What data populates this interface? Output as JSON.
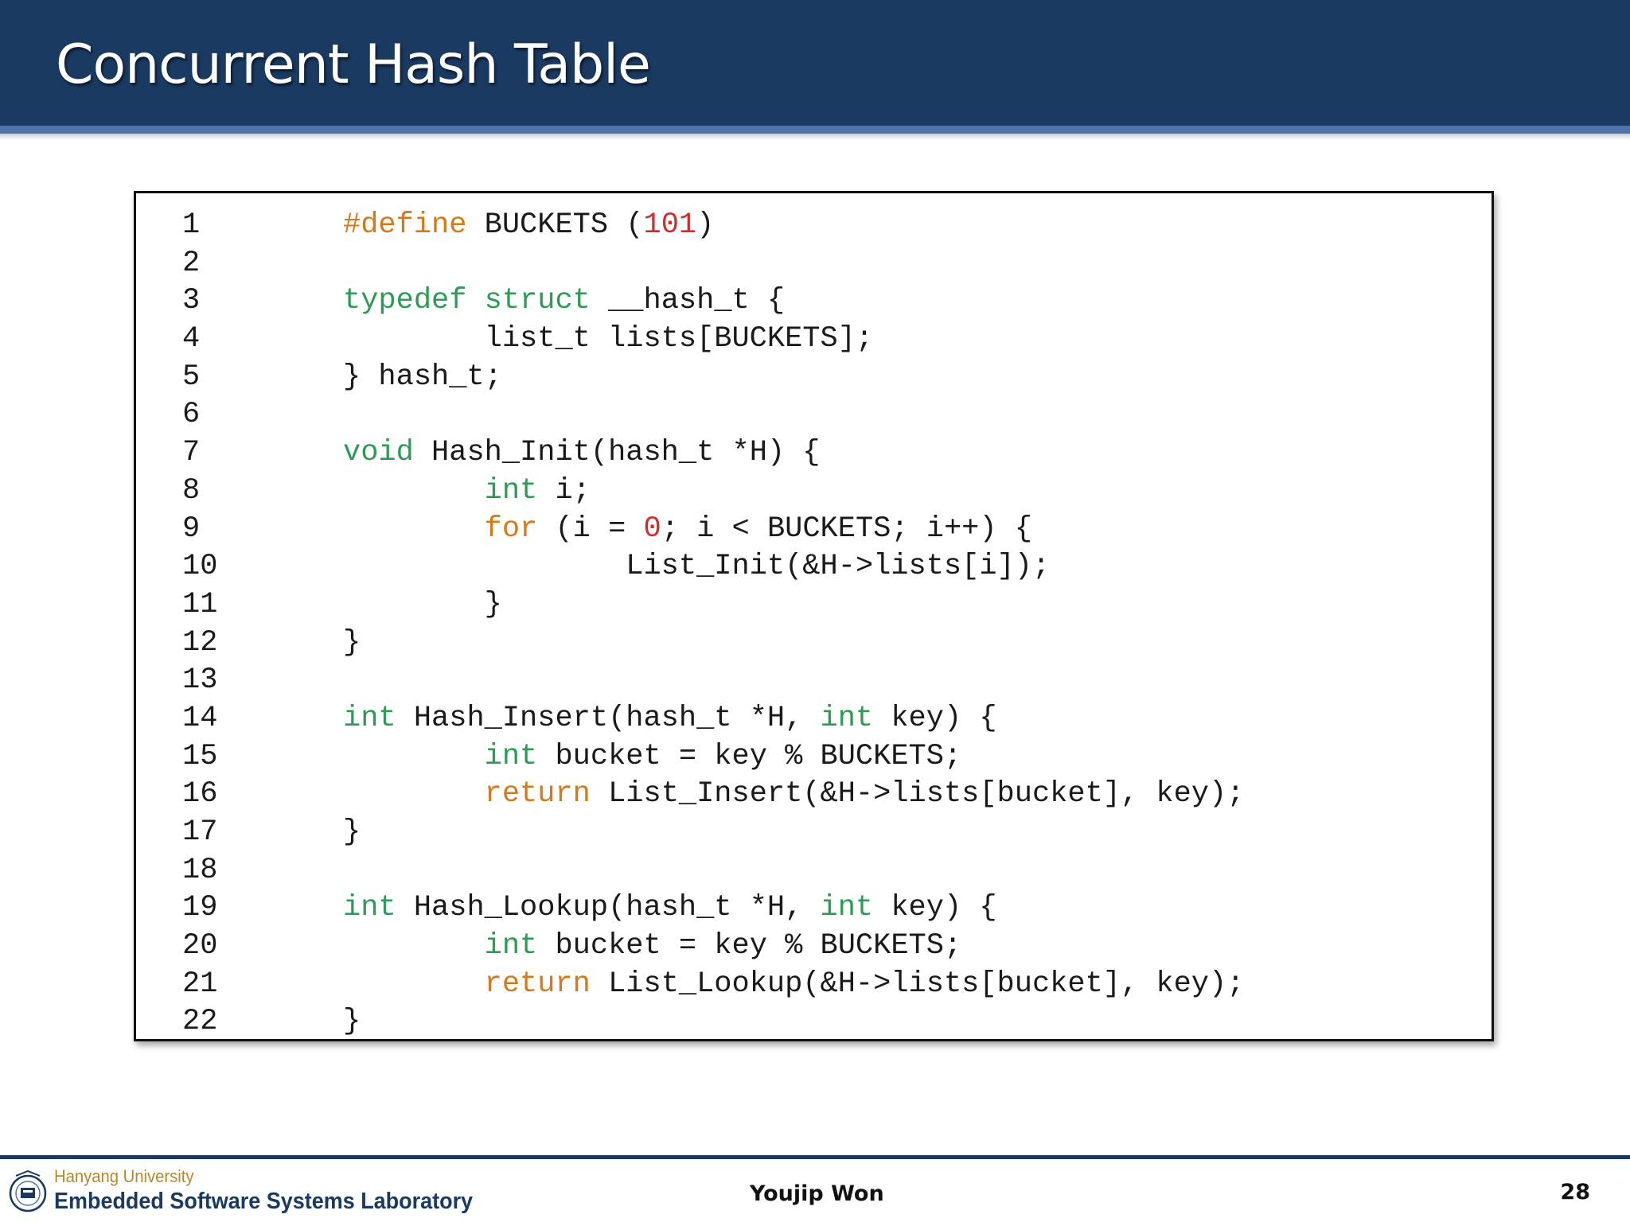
{
  "slide": {
    "title": "Concurrent Hash Table"
  },
  "code": {
    "lines": [
      {
        "num": "1",
        "tokens": [
          {
            "t": "#define",
            "c": "pp"
          },
          {
            "t": " BUCKETS (",
            "c": "plain"
          },
          {
            "t": "101",
            "c": "num"
          },
          {
            "t": ")",
            "c": "plain"
          }
        ]
      },
      {
        "num": "2",
        "tokens": []
      },
      {
        "num": "3",
        "tokens": [
          {
            "t": "typedef",
            "c": "ty"
          },
          {
            "t": " ",
            "c": "plain"
          },
          {
            "t": "struct",
            "c": "ty"
          },
          {
            "t": " __hash_t {",
            "c": "plain"
          }
        ]
      },
      {
        "num": "4",
        "tokens": [
          {
            "t": "        list_t lists[BUCKETS];",
            "c": "plain"
          }
        ]
      },
      {
        "num": "5",
        "tokens": [
          {
            "t": "} hash_t;",
            "c": "plain"
          }
        ]
      },
      {
        "num": "6",
        "tokens": []
      },
      {
        "num": "7",
        "tokens": [
          {
            "t": "void",
            "c": "ty"
          },
          {
            "t": " Hash_Init(hash_t *H) {",
            "c": "plain"
          }
        ]
      },
      {
        "num": "8",
        "tokens": [
          {
            "t": "        ",
            "c": "plain"
          },
          {
            "t": "int",
            "c": "ty"
          },
          {
            "t": " i;",
            "c": "plain"
          }
        ]
      },
      {
        "num": "9",
        "tokens": [
          {
            "t": "        ",
            "c": "plain"
          },
          {
            "t": "for",
            "c": "kw"
          },
          {
            "t": " (i = ",
            "c": "plain"
          },
          {
            "t": "0",
            "c": "num"
          },
          {
            "t": "; i < BUCKETS; i++) {",
            "c": "plain"
          }
        ]
      },
      {
        "num": "10",
        "tokens": [
          {
            "t": "                List_Init(&H->lists[i]);",
            "c": "plain"
          }
        ]
      },
      {
        "num": "11",
        "tokens": [
          {
            "t": "        }",
            "c": "plain"
          }
        ]
      },
      {
        "num": "12",
        "tokens": [
          {
            "t": "}",
            "c": "plain"
          }
        ]
      },
      {
        "num": "13",
        "tokens": []
      },
      {
        "num": "14",
        "tokens": [
          {
            "t": "int",
            "c": "ty"
          },
          {
            "t": " Hash_Insert(hash_t *H, ",
            "c": "plain"
          },
          {
            "t": "int",
            "c": "ty"
          },
          {
            "t": " key) {",
            "c": "plain"
          }
        ]
      },
      {
        "num": "15",
        "tokens": [
          {
            "t": "        ",
            "c": "plain"
          },
          {
            "t": "int",
            "c": "ty"
          },
          {
            "t": " bucket = key % BUCKETS;",
            "c": "plain"
          }
        ]
      },
      {
        "num": "16",
        "tokens": [
          {
            "t": "        ",
            "c": "plain"
          },
          {
            "t": "return",
            "c": "kw"
          },
          {
            "t": " List_Insert(&H->lists[bucket], key);",
            "c": "plain"
          }
        ]
      },
      {
        "num": "17",
        "tokens": [
          {
            "t": "}",
            "c": "plain"
          }
        ]
      },
      {
        "num": "18",
        "tokens": []
      },
      {
        "num": "19",
        "tokens": [
          {
            "t": "int",
            "c": "ty"
          },
          {
            "t": " Hash_Lookup(hash_t *H, ",
            "c": "plain"
          },
          {
            "t": "int",
            "c": "ty"
          },
          {
            "t": " key) {",
            "c": "plain"
          }
        ]
      },
      {
        "num": "20",
        "tokens": [
          {
            "t": "        ",
            "c": "plain"
          },
          {
            "t": "int",
            "c": "ty"
          },
          {
            "t": " bucket = key % BUCKETS;",
            "c": "plain"
          }
        ]
      },
      {
        "num": "21",
        "tokens": [
          {
            "t": "        ",
            "c": "plain"
          },
          {
            "t": "return",
            "c": "kw"
          },
          {
            "t": " List_Lookup(&H->lists[bucket], key);",
            "c": "plain"
          }
        ]
      },
      {
        "num": "22",
        "tokens": [
          {
            "t": "}",
            "c": "plain"
          }
        ]
      }
    ]
  },
  "footer": {
    "university": "Hanyang University",
    "lab": "Embedded Software Systems Laboratory",
    "presenter": "Youjip Won",
    "page_number": "28"
  },
  "colors": {
    "title_bar": "#1b3a61",
    "title_accent": "#4f75a8",
    "preprocessor": "#d47a1a",
    "type_keyword": "#2e9b55",
    "control_keyword": "#d47a1a",
    "number_literal": "#d42a2a"
  }
}
